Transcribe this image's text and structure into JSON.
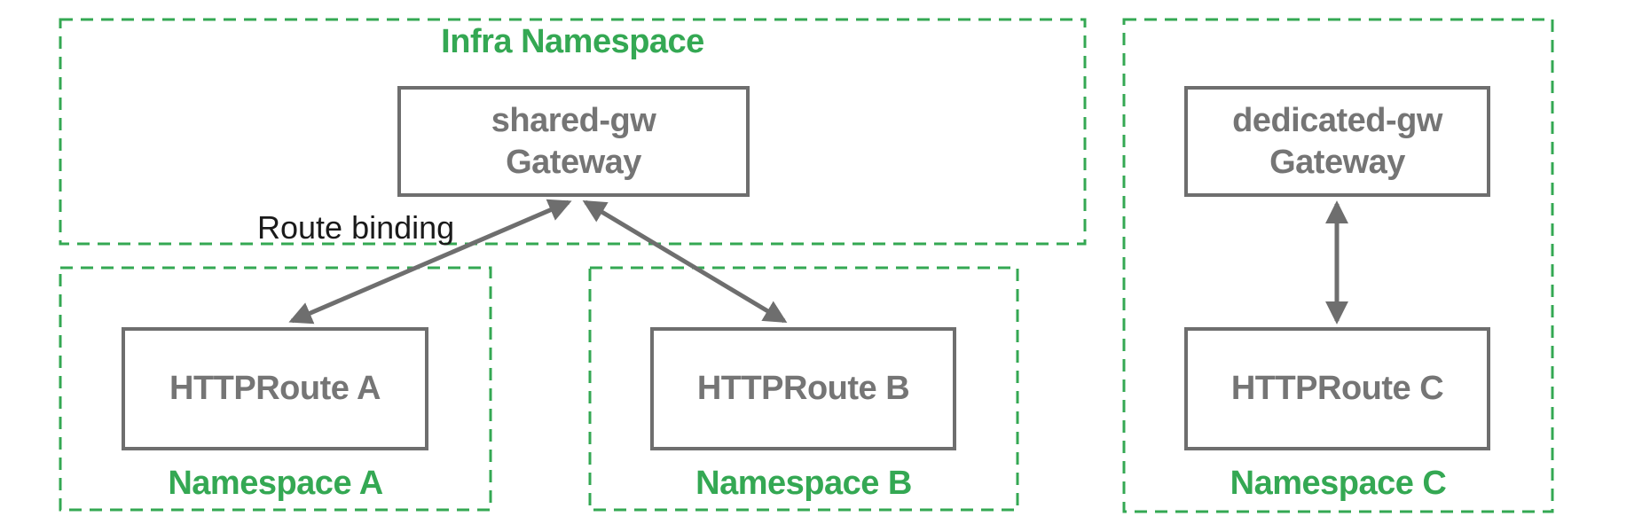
{
  "colors": {
    "green": "#34A853",
    "grey_border": "#6e6e6e",
    "grey_text": "#757575",
    "arrow": "#6e6e6e",
    "annotation": "#1a1a1a"
  },
  "infra_namespace": {
    "label": "Infra Namespace",
    "gateway": {
      "name": "shared-gw",
      "kind": "Gateway"
    }
  },
  "namespace_a": {
    "label": "Namespace A",
    "route": "HTTPRoute A"
  },
  "namespace_b": {
    "label": "Namespace B",
    "route": "HTTPRoute B"
  },
  "namespace_c": {
    "label": "Namespace C",
    "gateway": {
      "name": "dedicated-gw",
      "kind": "Gateway"
    },
    "route": "HTTPRoute C"
  },
  "annotations": {
    "route_binding": "Route binding"
  }
}
